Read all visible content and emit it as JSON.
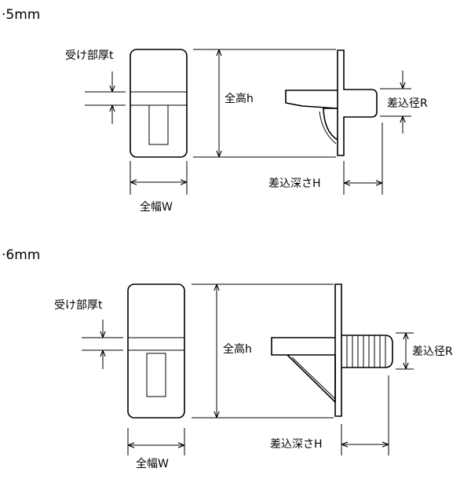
{
  "sections": [
    {
      "title": "·5mm",
      "labels": {
        "thickness": "受け部厚t",
        "height": "全高h",
        "diameter": "差込径R",
        "depth": "差込深さH",
        "width": "全幅W"
      }
    },
    {
      "title": "·6mm",
      "labels": {
        "thickness": "受け部厚t",
        "height": "全高h",
        "diameter": "差込径R",
        "depth": "差込深さH",
        "width": "全幅W"
      }
    }
  ]
}
